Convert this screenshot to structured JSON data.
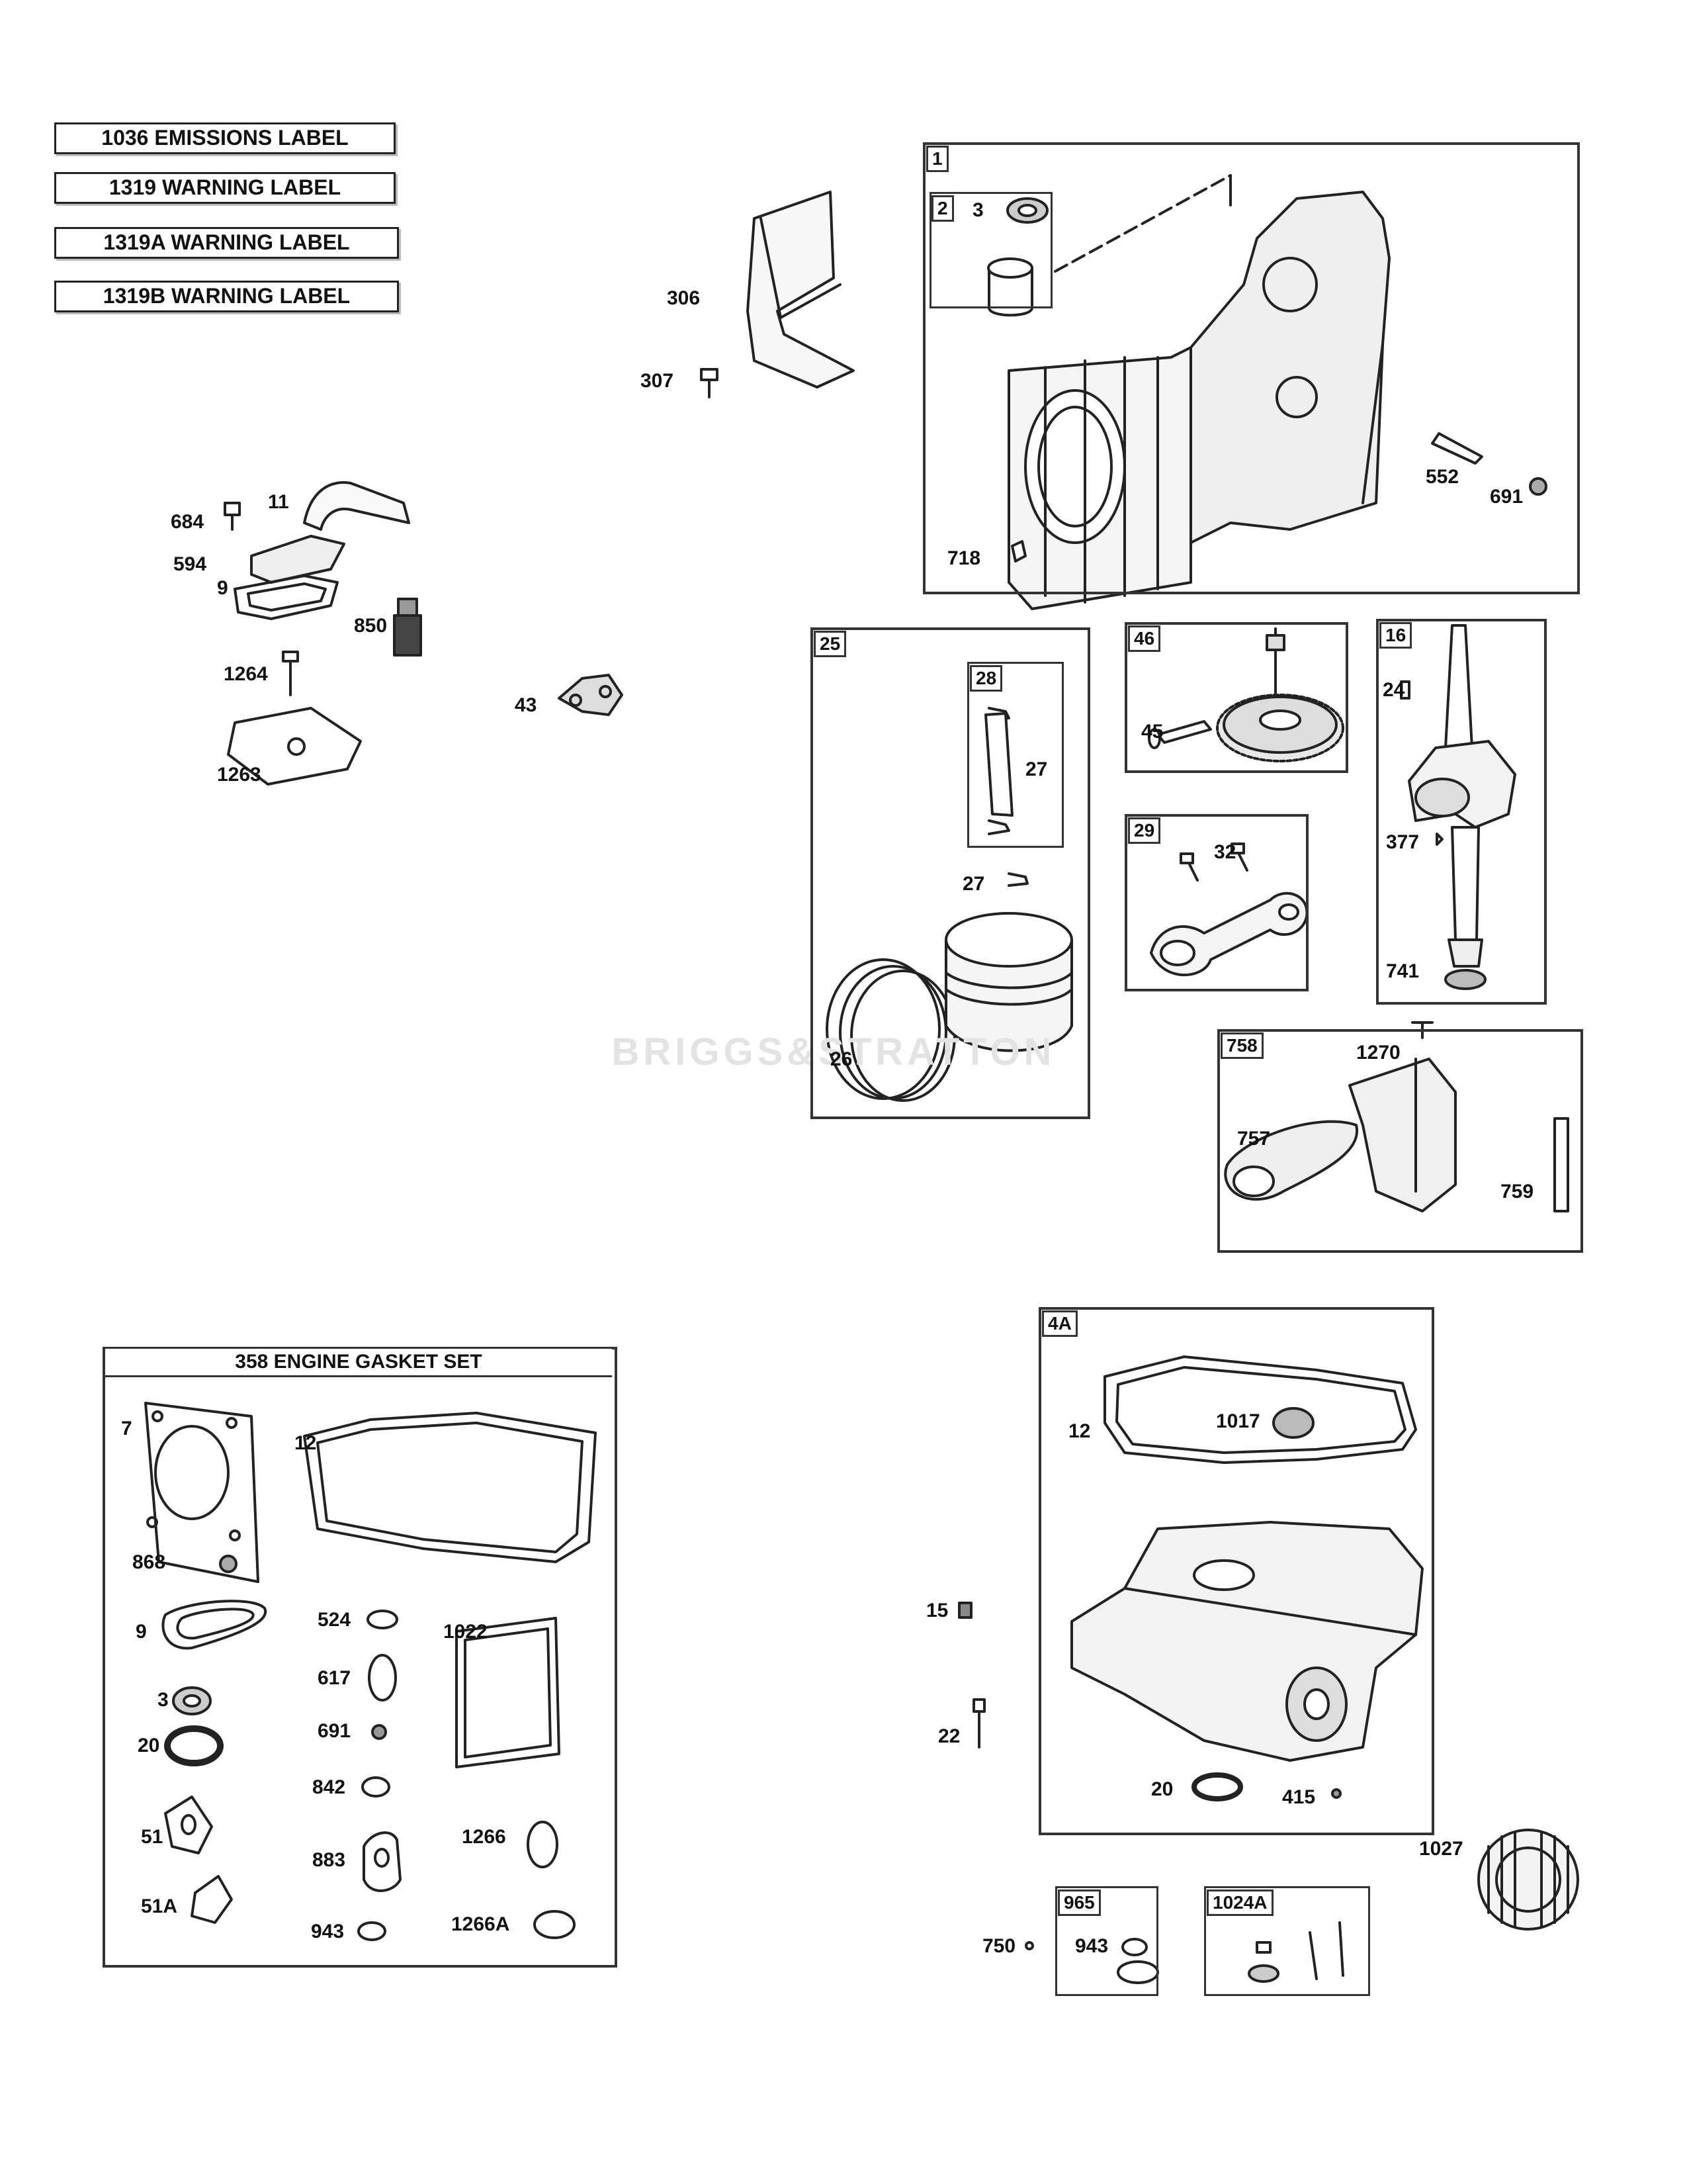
{
  "labels": {
    "emissions": "1036 EMISSIONS LABEL",
    "warning_1319": "1319 WARNING LABEL",
    "warning_1319a": "1319A WARNING LABEL",
    "warning_1319b": "1319B WARNING LABEL"
  },
  "watermark": "BRIGGS&STRATTON",
  "gasket_set": {
    "title": "358 ENGINE GASKET SET",
    "parts": [
      "7",
      "12",
      "868",
      "9",
      "524",
      "1022",
      "3",
      "617",
      "20",
      "691",
      "842",
      "51",
      "883",
      "1266",
      "51A",
      "943",
      "1266A"
    ]
  },
  "boxes": {
    "cylinder": {
      "tag": "1",
      "inner_tag": "2",
      "parts": [
        "3",
        "552",
        "691",
        "718"
      ]
    },
    "piston": {
      "tag": "25",
      "inner_tag": "28",
      "parts": [
        "27",
        "27",
        "26"
      ]
    },
    "gear": {
      "tag": "46",
      "parts": [
        "45"
      ]
    },
    "conrod": {
      "tag": "29",
      "parts": [
        "32"
      ]
    },
    "crankshaft": {
      "tag": "16",
      "parts": [
        "24",
        "377",
        "741"
      ]
    },
    "governor": {
      "tag": "758",
      "parts": [
        "1270",
        "757",
        "759"
      ]
    },
    "sump": {
      "tag": "4A",
      "parts": [
        "12",
        "1017",
        "20",
        "415"
      ]
    },
    "kit_965": {
      "tag": "965",
      "parts": [
        "943"
      ]
    },
    "kit_1024a": {
      "tag": "1024A"
    }
  },
  "loose_parts": [
    "306",
    "307",
    "684",
    "11",
    "594",
    "9",
    "850",
    "1264",
    "1263",
    "43",
    "15",
    "22",
    "750",
    "1027"
  ]
}
